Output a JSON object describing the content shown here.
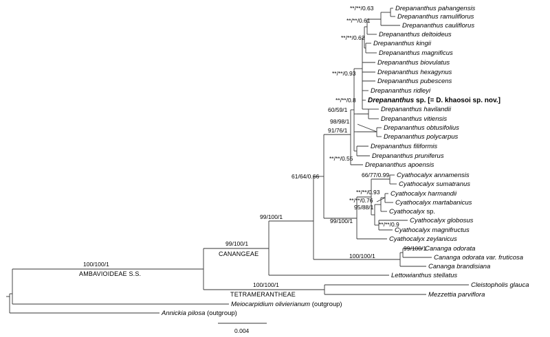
{
  "tree": {
    "taxa": [
      "Drepananthus pahangensis",
      "Drepananthus ramuliflorus",
      "Drepananthus cauliflorus",
      "Drepananthus deltoideus",
      "Drepananthus kingii",
      "Drepananthus magnificus",
      "Drepananthus biovulatus",
      "Drepananthus hexagynus",
      "Drepananthus pubescens",
      "Drepananthus ridleyi",
      "Drepananthus",
      "Drepananthus havilandii",
      "Drepananthus vitiensis",
      "Drepananthus obtusifolius",
      "Drepananthus polycarpus",
      "Drepananthus filiformis",
      "Drepananthus pruniferus",
      "Drepananthus apoensis",
      "Cyathocalyx annamensis",
      "Cyathocalyx sumatranus",
      "Cyathocalyx harmandii",
      "Cyathocalyx martabanicus",
      "Cyathocalyx",
      "Cyathocalyx globosus",
      "Cyathocalyx magnifructus",
      "Cyathocalyx zeylanicus",
      "Cananga odorata",
      "Cananga odorata",
      "Cananga brandisiana",
      "Lettowianthus stellatus",
      "Cleistopholis glauca",
      "Mezzettia parviflora",
      "Meiocarpidium olivierianum",
      "Annickia pilosa"
    ],
    "highlight_suffix": " sp. [= D. khaosoi sp. nov.]",
    "cyathocalyx_sp_suffix": " sp.",
    "fruticosa_suffix": " var. fruticosa",
    "outgroup_suffix": " (outgroup)",
    "supports": [
      "**/**/0.63",
      "**/**/0.61",
      "**/**/0.62",
      "**/**/0.93",
      "**/**/0.8",
      "60/59/1",
      "98/98/1",
      "91/76/1",
      "**/**/0.55",
      "61/64/0.66",
      "66/77/0.99",
      "**/**/0.93",
      "**/**/0.76",
      "95/88/1",
      "**/**/0.9",
      "99/100/1",
      "99/100/1",
      "99/100/1",
      "100/100/1",
      "99/100/1",
      "100/100/1",
      "100/100/1"
    ],
    "clades": [
      "CANANGEAE",
      "AMBAVIOIDEAE S.S.",
      "TETRAMERANTHEAE"
    ]
  },
  "scale_bar": {
    "value": 0.004,
    "label": "0.004"
  },
  "colors": {
    "branch": "#333333",
    "text": "#000000",
    "background": "#ffffff"
  }
}
